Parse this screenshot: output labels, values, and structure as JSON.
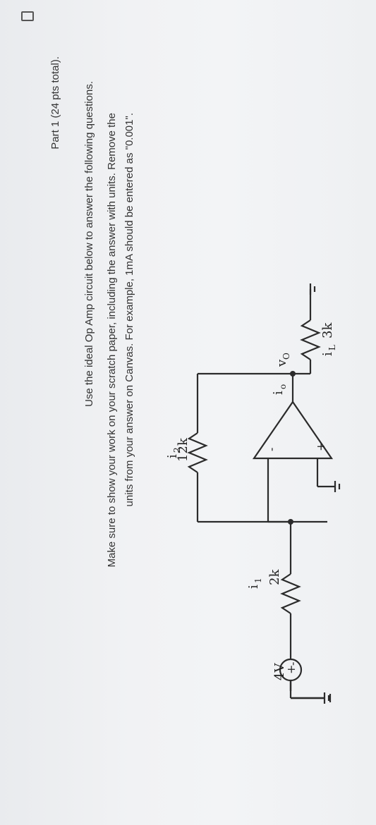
{
  "question": {
    "title": "Part 1 (24 pts total).",
    "instruction": "Use the ideal Op Amp circuit below to answer the following questions.",
    "note_line1": "Make sure to show your work on your scratch paper, including the answer with units. Remove the",
    "note_line2": "units from your answer on Canvas. For example, 1mA should be entered as \"0.001\"."
  },
  "circuit": {
    "source_label": "4V",
    "plus": "+",
    "minus": "-",
    "i1": "i",
    "i1_sub": "1",
    "r1": "2k",
    "i2": "i",
    "i2_sub": "2",
    "r2": "12k",
    "io": "i",
    "io_sub": "o",
    "vo": "v",
    "vo_sub": "O",
    "iL": "i",
    "iL_sub": "L",
    "rL": "3k",
    "opamp_minus": "-",
    "opamp_plus": "+"
  }
}
